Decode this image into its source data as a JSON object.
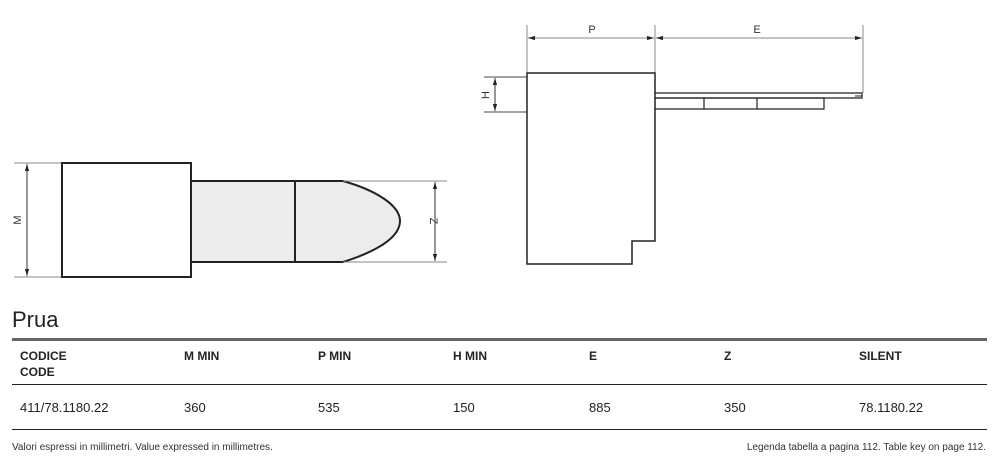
{
  "drawing": {
    "labels": {
      "m": "M",
      "z": "Z",
      "p": "P",
      "e": "E",
      "h": "H"
    }
  },
  "title": "Prua",
  "table": {
    "headers": [
      {
        "line1": "CODICE",
        "line2": "CODE"
      },
      {
        "line1": "M MIN"
      },
      {
        "line1": "P MIN"
      },
      {
        "line1": "H MIN"
      },
      {
        "line1": "E"
      },
      {
        "line1": "Z"
      },
      {
        "line1": "SILENT"
      }
    ],
    "rows": [
      [
        "411/78.1180.22",
        "360",
        "535",
        "150",
        "885",
        "350",
        "78.1180.22"
      ]
    ]
  },
  "footer": {
    "left": "Valori espressi in millimetri.  Value expressed in millimetres.",
    "right": "Legenda tabella a pagina 112.  Table key on page 112."
  }
}
